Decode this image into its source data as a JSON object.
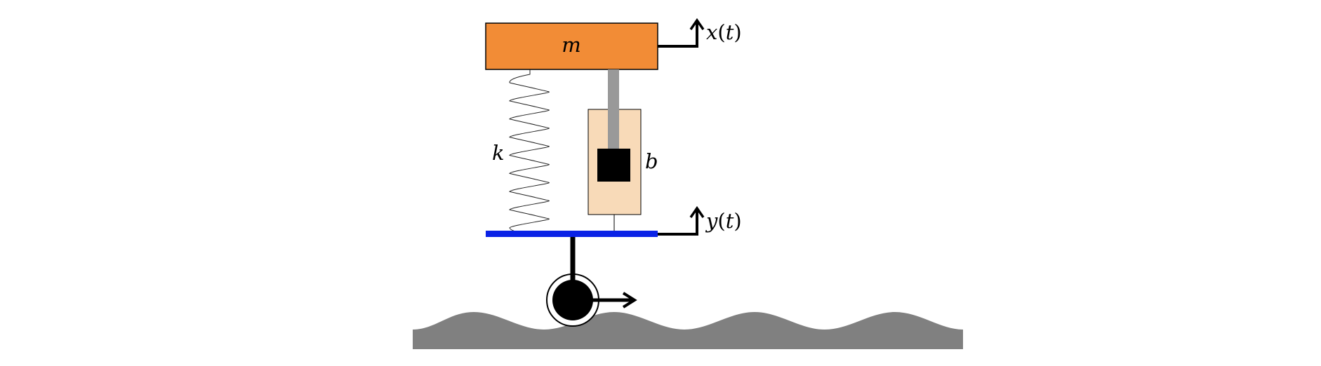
{
  "labels": {
    "mass": "m",
    "spring": "k",
    "damper": "b",
    "x_var": "x",
    "y_var": "y",
    "time_var": "t",
    "paren_open": "(",
    "paren_close": ")"
  },
  "colors": {
    "mass_fill": "#f28c36",
    "damper_body": "#f8dab8",
    "piston_rod": "#999999",
    "piston_head": "#000000",
    "base_plate": "#0a22e6",
    "ground": "#808080",
    "wheel": "#000000"
  },
  "icons": {
    "x_arrow": "arrow-up-icon",
    "y_arrow": "arrow-up-icon",
    "motion_arrow": "arrow-right-icon"
  }
}
